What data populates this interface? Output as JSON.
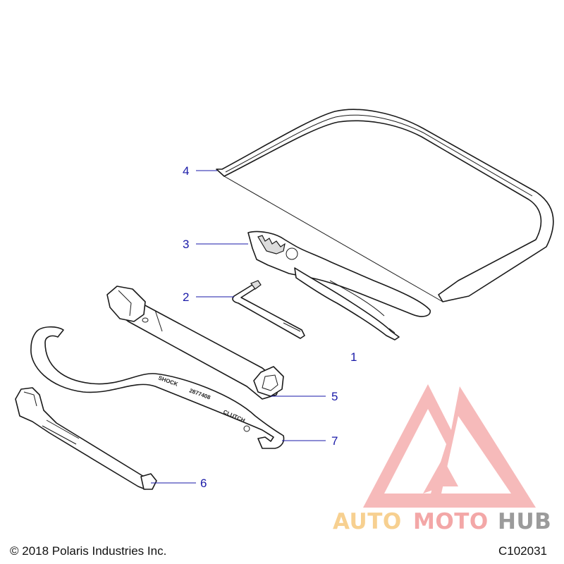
{
  "callouts": [
    {
      "id": "1",
      "label": "1"
    },
    {
      "id": "2",
      "label": "2"
    },
    {
      "id": "3",
      "label": "3"
    },
    {
      "id": "4",
      "label": "4"
    },
    {
      "id": "5",
      "label": "5"
    },
    {
      "id": "6",
      "label": "6"
    },
    {
      "id": "7",
      "label": "7"
    }
  ],
  "spanner_stamps": {
    "shock": "SHOCK",
    "part_number": "2877408",
    "clutch": "CLUTCH"
  },
  "footer": {
    "copyright": "© 2018 Polaris Industries Inc.",
    "code": "C102031"
  },
  "watermark": {
    "part1": "AUTO",
    "part2": "MOTO",
    "part3": "HUB",
    "colors": {
      "auto": "#f5c16c",
      "moto": "#f08a8a",
      "hub": "#7a7a7a",
      "logo": "#f07a7a"
    }
  },
  "colors": {
    "callout": "#1a1aa8",
    "line_art": "#1a1a1a"
  }
}
